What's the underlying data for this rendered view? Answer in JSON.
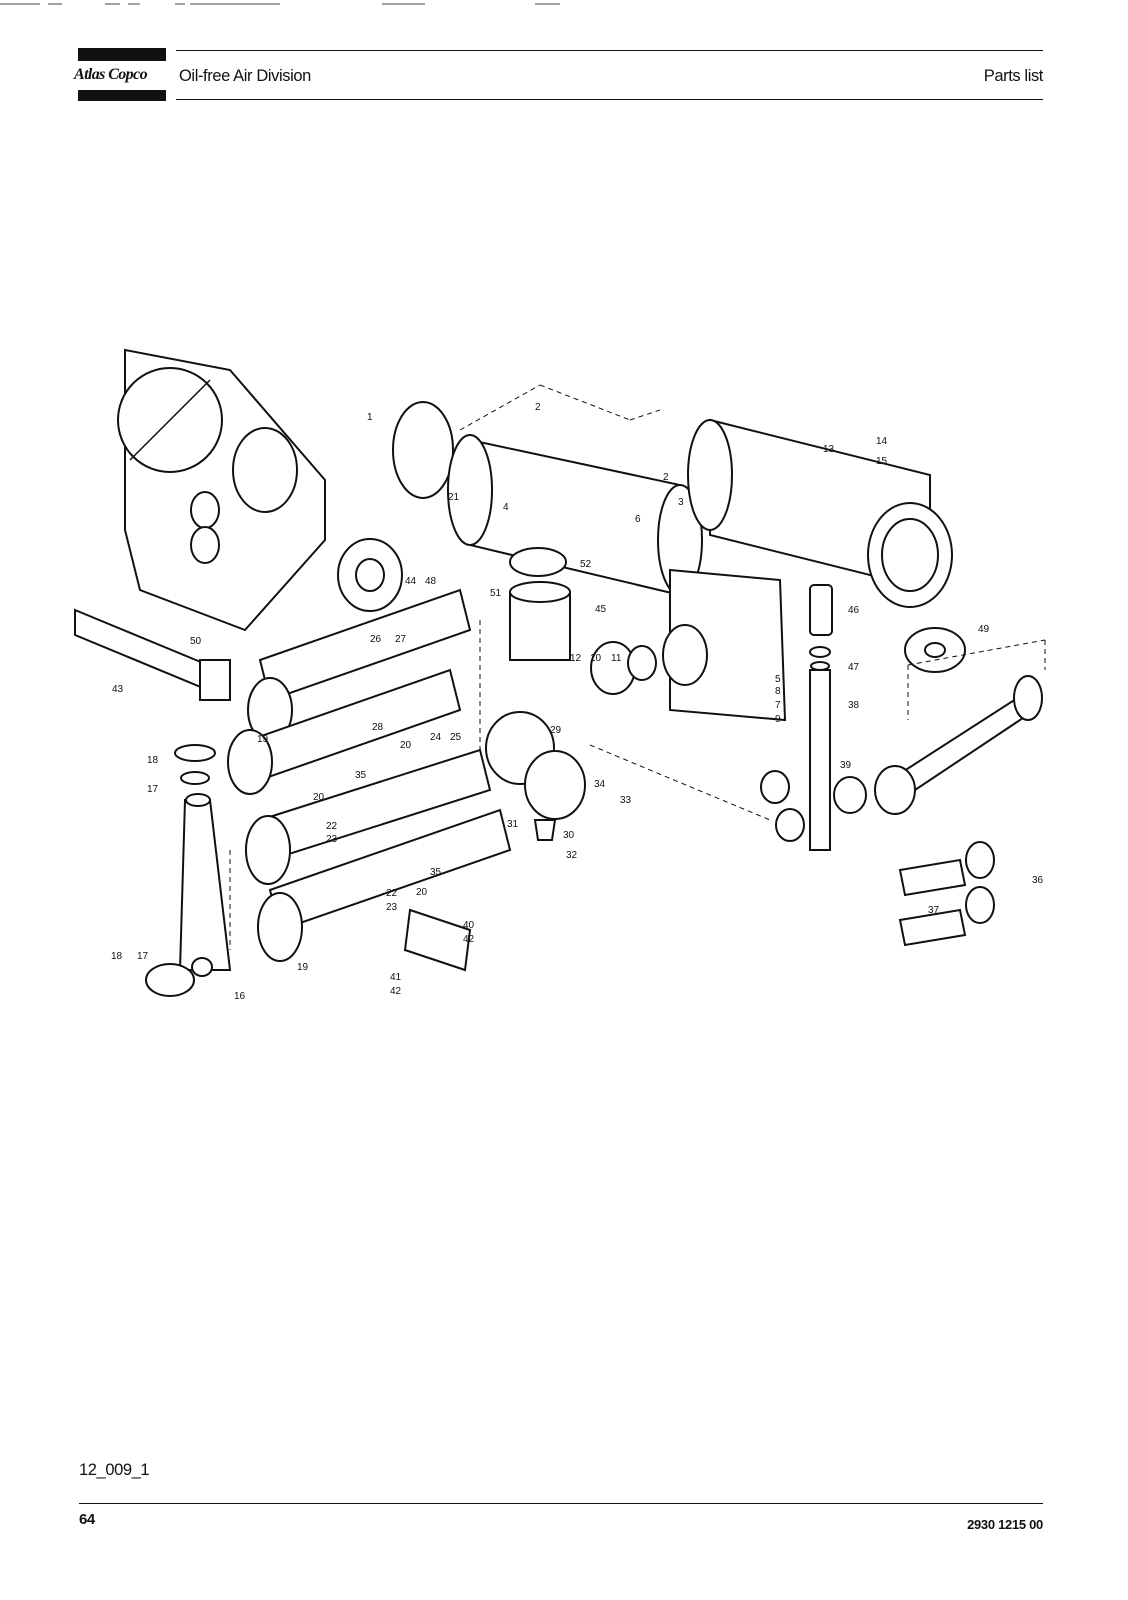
{
  "header": {
    "brand": "Atlas Copco",
    "division": "Oil-free Air Division",
    "doc_type": "Parts list"
  },
  "figure": {
    "callouts": [
      "1",
      "2",
      "2",
      "3",
      "4",
      "5",
      "6",
      "7",
      "8",
      "9",
      "10",
      "11",
      "12",
      "13",
      "14",
      "15",
      "16",
      "17",
      "17",
      "18",
      "18",
      "19",
      "19",
      "20",
      "20",
      "20",
      "21",
      "22",
      "22",
      "23",
      "23",
      "24",
      "25",
      "26",
      "27",
      "28",
      "29",
      "30",
      "31",
      "32",
      "33",
      "34",
      "35",
      "35",
      "36",
      "37",
      "38",
      "39",
      "40",
      "41",
      "42",
      "42",
      "43",
      "44",
      "45",
      "46",
      "47",
      "48",
      "49",
      "50",
      "51",
      "52"
    ]
  },
  "footer": {
    "figure_ref": "12_009_1",
    "page_number": "64",
    "doc_number": "2930 1215 00"
  }
}
